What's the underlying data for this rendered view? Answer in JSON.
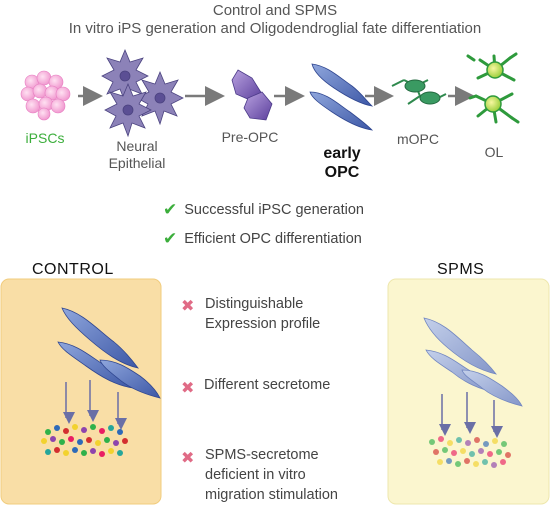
{
  "header": {
    "line1": "Control and SPMS",
    "line2": "In vitro iPS generation and Oligodendroglial fate differentiation"
  },
  "pipeline": {
    "stages": [
      {
        "label": "iPSCs"
      },
      {
        "label_line1": "Neural",
        "label_line2": "Epithelial"
      },
      {
        "label": "Pre-OPC"
      },
      {
        "label_line1": "early",
        "label_line2": "OPC"
      },
      {
        "label": "mOPC"
      },
      {
        "label": "OL"
      }
    ]
  },
  "results": [
    "Successful iPSC generation",
    "Efficient OPC differentiation"
  ],
  "panels": {
    "control_title": "CONTROL",
    "spms_title": "SPMS"
  },
  "findings": [
    {
      "line1": "Distinguishable",
      "line2": "Expression profile"
    },
    {
      "line1": "Different secretome",
      "line2": ""
    },
    {
      "line1": "SPMS-secretome",
      "line2": "deficient in vitro",
      "line3": "migration stimulation"
    }
  ],
  "colors": {
    "green_label": "#3cae3c",
    "control_panel": "#f9dea6",
    "spms_panel": "#fbf6cf",
    "x_mark": "#e06b86",
    "cell_blue": "#5b72b8",
    "cell_blue_faded": "#9fb0d6"
  }
}
